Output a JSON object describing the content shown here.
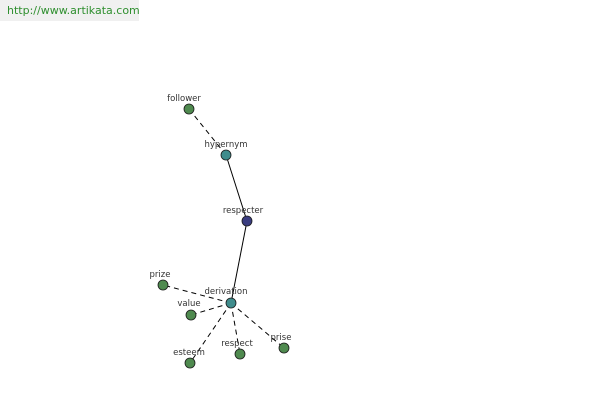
{
  "source": {
    "url_text": "http://www.artikata.com"
  },
  "colors": {
    "root": "#3a3d80",
    "hub": "#3f8c8c",
    "leaf": "#4f8a4f",
    "edge": "#000000",
    "label": "#333333"
  },
  "graph": {
    "nodes": [
      {
        "id": "respecter",
        "label": "respecter",
        "kind": "root"
      },
      {
        "id": "hypernym",
        "label": "hypernym",
        "kind": "hub"
      },
      {
        "id": "derivation",
        "label": "derivation",
        "kind": "hub"
      },
      {
        "id": "follower",
        "label": "follower",
        "kind": "leaf"
      },
      {
        "id": "prize",
        "label": "prize",
        "kind": "leaf"
      },
      {
        "id": "value",
        "label": "value",
        "kind": "leaf"
      },
      {
        "id": "esteem",
        "label": "esteem",
        "kind": "leaf"
      },
      {
        "id": "respect",
        "label": "respect",
        "kind": "leaf"
      },
      {
        "id": "prise",
        "label": "prise",
        "kind": "leaf"
      }
    ],
    "edges": [
      {
        "from": "respecter",
        "to": "hypernym",
        "style": "solid"
      },
      {
        "from": "respecter",
        "to": "derivation",
        "style": "solid"
      },
      {
        "from": "hypernym",
        "to": "follower",
        "style": "dashed"
      },
      {
        "from": "derivation",
        "to": "prize",
        "style": "dashed"
      },
      {
        "from": "derivation",
        "to": "value",
        "style": "dashed"
      },
      {
        "from": "derivation",
        "to": "esteem",
        "style": "dashed"
      },
      {
        "from": "derivation",
        "to": "respect",
        "style": "dashed"
      },
      {
        "from": "derivation",
        "to": "prise",
        "style": "dashed"
      }
    ]
  }
}
